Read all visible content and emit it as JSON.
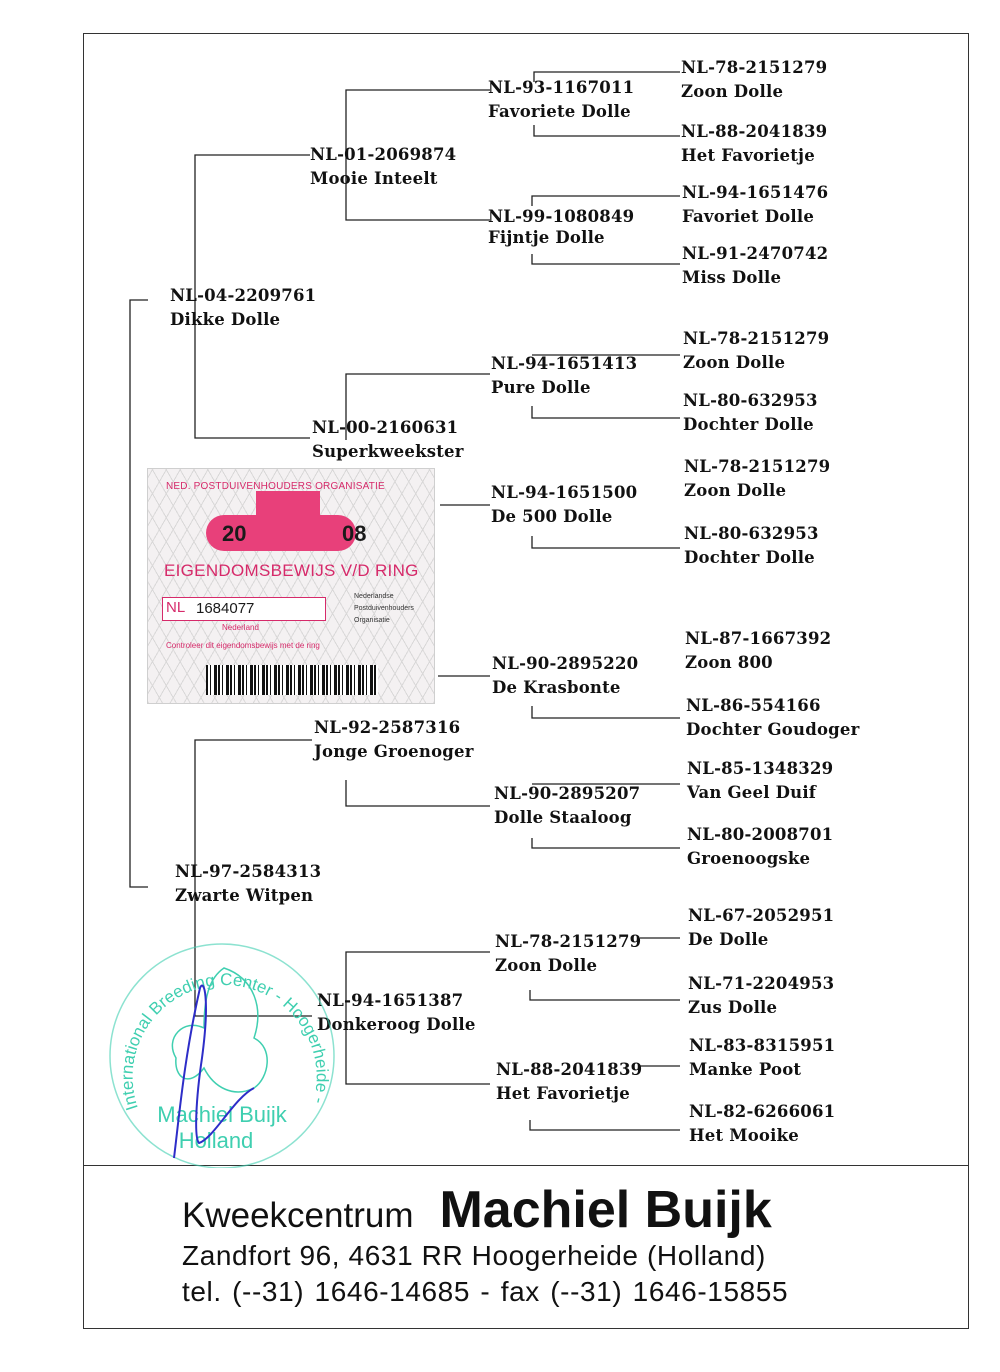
{
  "pedigree": {
    "subject": {
      "ring": "NL-04-2209761",
      "name": "Dikke Dolle"
    },
    "sire": {
      "ring": "NL-01-2069874",
      "name": "Mooie Inteelt"
    },
    "dam": {
      "ring": "NL-00-2160631",
      "name": "Superkweekster"
    },
    "subject2": {
      "ring": "NL-97-2584313",
      "name": "Zwarte Witpen"
    },
    "sire2": {
      "ring": "NL-92-2587316",
      "name": "Jonge Groenoger"
    },
    "dam2": {
      "ring": "NL-94-1651387",
      "name": "Donkeroog Dolle"
    },
    "gen2": [
      {
        "ring": "NL-93-1167011",
        "name": "Favoriete Dolle"
      },
      {
        "ring": "NL-99-1080849",
        "name": "Fijntje Dolle"
      },
      {
        "ring": "NL-94-1651413",
        "name": "Pure Dolle"
      },
      {
        "ring": "NL-94-1651500",
        "name": "De 500 Dolle"
      },
      {
        "ring": "NL-90-2895220",
        "name": "De Krasbonte"
      },
      {
        "ring": "NL-90-2895207",
        "name": "Dolle Staaloog"
      },
      {
        "ring": "NL-78-2151279",
        "name": "Zoon Dolle"
      },
      {
        "ring": "NL-88-2041839",
        "name": "Het Favorietje"
      }
    ],
    "gen3": [
      {
        "ring": "NL-78-2151279",
        "name": "Zoon Dolle"
      },
      {
        "ring": "NL-88-2041839",
        "name": "Het Favorietje"
      },
      {
        "ring": "NL-94-1651476",
        "name": "Favoriet Dolle"
      },
      {
        "ring": "NL-91-2470742",
        "name": "Miss Dolle"
      },
      {
        "ring": "NL-78-2151279",
        "name": "Zoon Dolle"
      },
      {
        "ring": "NL-80-632953",
        "name": "Dochter Dolle"
      },
      {
        "ring": "NL-78-2151279",
        "name": "Zoon Dolle"
      },
      {
        "ring": "NL-80-632953",
        "name": "Dochter Dolle"
      },
      {
        "ring": "NL-87-1667392",
        "name": "Zoon 800"
      },
      {
        "ring": "NL-86-554166",
        "name": "Dochter Goudoger"
      },
      {
        "ring": "NL-85-1348329",
        "name": "Van Geel Duif"
      },
      {
        "ring": "NL-80-2008701",
        "name": "Groenoogske"
      },
      {
        "ring": "NL-67-2052951",
        "name": "De Dolle"
      },
      {
        "ring": "NL-71-2204953",
        "name": "Zus Dolle"
      },
      {
        "ring": "NL-83-8315951",
        "name": "Manke Poot"
      },
      {
        "ring": "NL-82-6266061",
        "name": "Het Mooike"
      }
    ]
  },
  "ring_card": {
    "organisation": "NED. POSTDUIVENHOUDERS ORGANISATIE",
    "year_left": "20",
    "year_right": "08",
    "title": "EIGENDOMSBEWIJS V/D RING",
    "country_code": "NL",
    "ring_number": "1684077",
    "country": "Nederland",
    "npo_lines": [
      "Nederlandse",
      "Postduivenhouders",
      "Organisatie"
    ],
    "control_text": "Controleer dit eigendomsbewijs met de ring"
  },
  "stamp": {
    "text_arc": "International Breeding Center - Hoogerheide - Holland",
    "name": "Machiel Buijk",
    "country": "Holland"
  },
  "footer": {
    "prefix": "Kweekcentrum",
    "name": "Machiel Buijk",
    "address": "Zandfort 96,  4631 RR Hoogerheide (Holland)",
    "phone": "tel. (--31) 1646-14685   -   fax (--31) 1646-15855"
  },
  "colors": {
    "ink": "#111111",
    "line": "#222222",
    "card_accent": "#e8407a",
    "stamp": "#3fcfb0",
    "signature": "#2d2dc8"
  }
}
